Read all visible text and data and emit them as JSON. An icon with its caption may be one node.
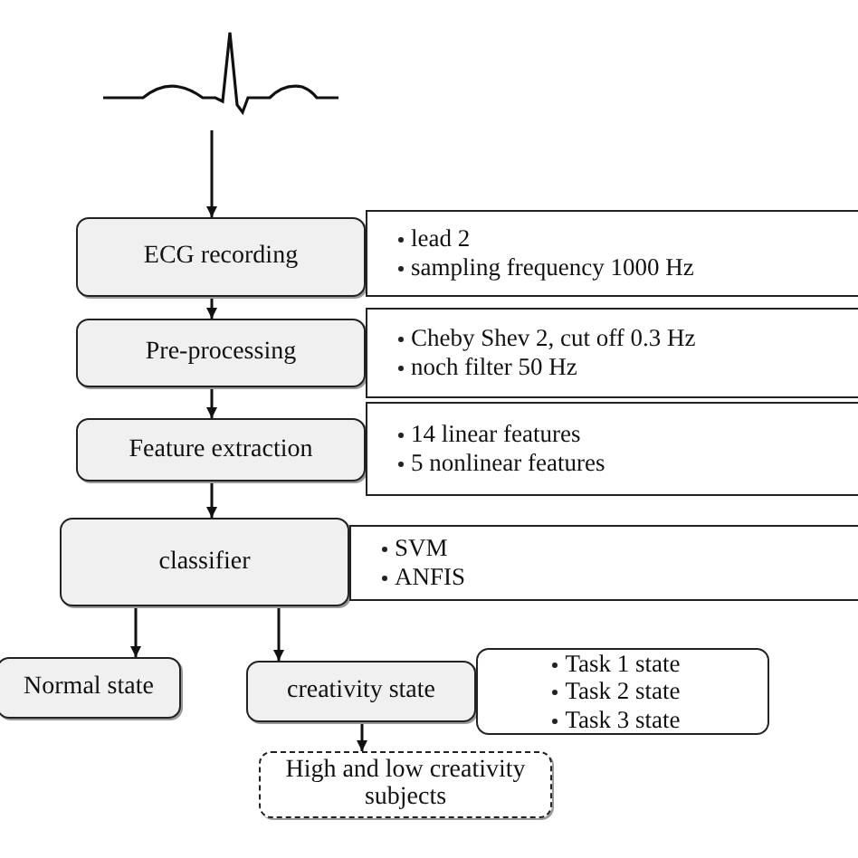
{
  "diagram": {
    "nodes": [
      {
        "text": [],
        "shape": "picture"
      },
      {
        "text": [
          "ECG recording"
        ]
      },
      {
        "text": [
          "lead 2",
          "sampling frequency 1000 Hz"
        ]
      },
      {
        "text": [
          "Pre-processing"
        ]
      },
      {
        "text": [
          "Cheby Shev 2, cut off 0.3 Hz",
          "noch filter 50 Hz"
        ]
      },
      {
        "text": [
          "Feature extraction"
        ]
      },
      {
        "text": [
          "14 linear features",
          "5 nonlinear features"
        ]
      },
      {
        "text": [
          "classifier"
        ]
      },
      {
        "text": [
          "SVM",
          "ANFIS"
        ]
      },
      {
        "text": [
          "Normal state"
        ]
      },
      {
        "text": [
          "creativity state"
        ]
      },
      {
        "text": [
          "Task 1 state",
          "Task 2 state",
          "Task 3 state"
        ]
      },
      {
        "text": [
          "High and low creativity subjects"
        ]
      }
    ],
    "edges": [
      {
        "from": 0,
        "to": 1,
        "arrow": "to"
      },
      {
        "from": 1,
        "to": 3,
        "arrow": "to"
      },
      {
        "from": 3,
        "to": 5,
        "arrow": "to"
      },
      {
        "from": 5,
        "to": 7,
        "arrow": "to"
      },
      {
        "from": 7,
        "to": 9,
        "arrow": "to"
      },
      {
        "from": 7,
        "to": 10,
        "arrow": "to"
      },
      {
        "from": 10,
        "to": 12,
        "arrow": "to"
      }
    ]
  }
}
